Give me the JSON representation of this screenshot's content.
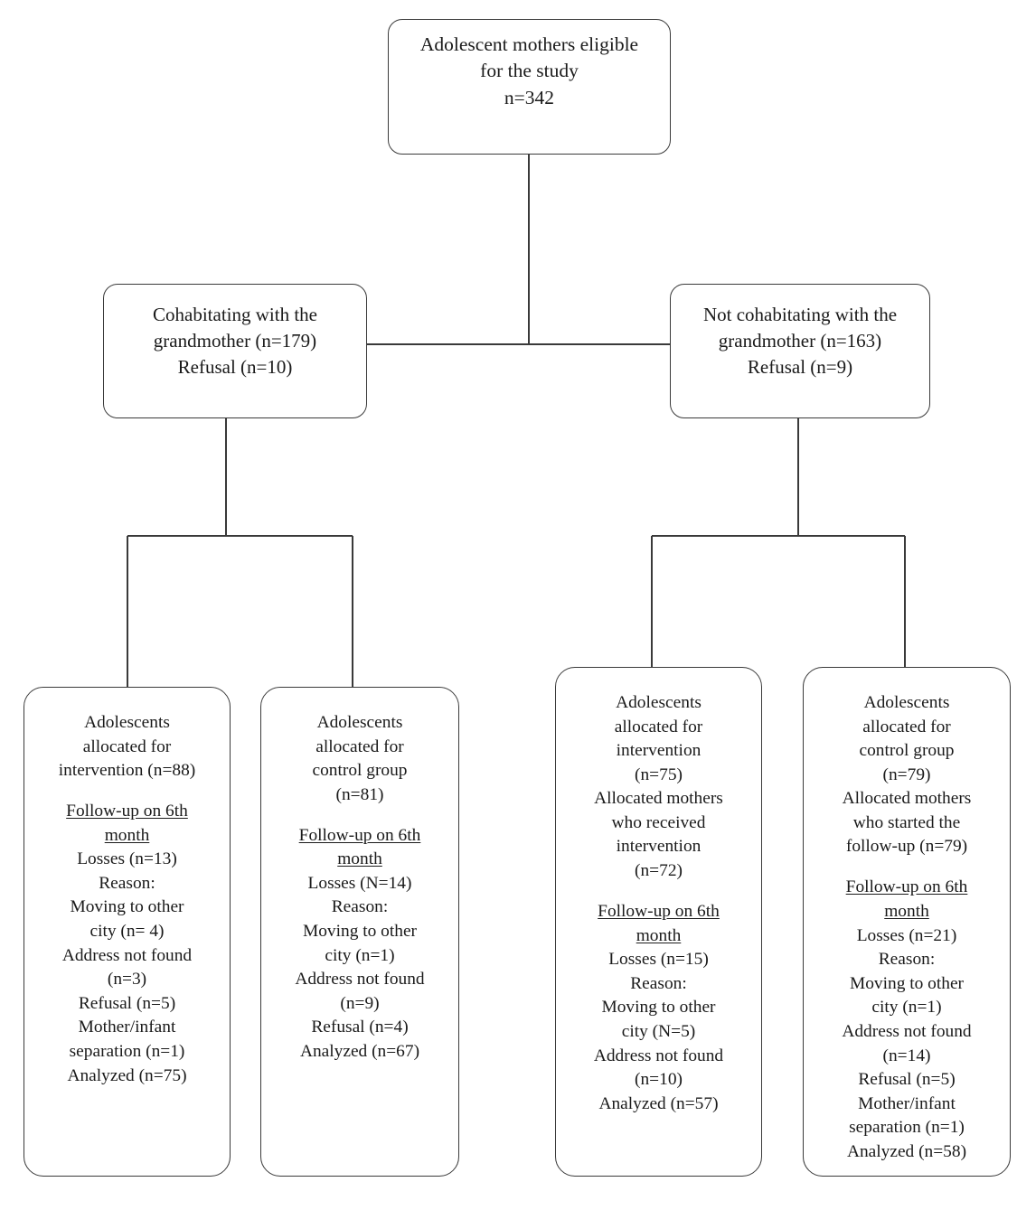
{
  "diagram": {
    "title": "Adolescent mothers study flow diagram",
    "stroke_color": "#3a3a3a",
    "text_color": "#1a1a1a",
    "background_color": "#ffffff"
  },
  "nodes": {
    "eligible": {
      "lines": [
        "Adolescent mothers eligible",
        "for the study",
        "n=342"
      ]
    },
    "cohabiting": {
      "lines": [
        "Cohabitating with the",
        "grandmother (n=179)",
        "Refusal (n=10)"
      ]
    },
    "not_cohabiting": {
      "lines": [
        "Not cohabitating with the",
        "grandmother (n=163)",
        "Refusal (n=9)"
      ]
    },
    "left_intervention": {
      "lines": [
        "Adolescents",
        "allocated for",
        "intervention (n=88)"
      ],
      "followup_heading": [
        "Follow-up on 6th",
        "month"
      ],
      "detail_lines": [
        "Losses (n=13)",
        "Reason:",
        "Moving to other",
        "city (n= 4)",
        "Address not found",
        "(n=3)",
        "Refusal (n=5)",
        "Mother/infant",
        "separation (n=1)",
        "Analyzed (n=75)"
      ]
    },
    "left_control": {
      "lines": [
        "Adolescents",
        "allocated for",
        "control group",
        "(n=81)"
      ],
      "followup_heading": [
        "Follow-up on 6th",
        "month"
      ],
      "detail_lines": [
        "Losses (N=14)",
        "Reason:",
        "Moving to other",
        "city (n=1)",
        "Address not found",
        "(n=9)",
        "Refusal (n=4)",
        "Analyzed (n=67)"
      ]
    },
    "right_intervention": {
      "lines": [
        "Adolescents",
        "allocated for",
        "intervention",
        "(n=75)",
        "Allocated mothers",
        "who received",
        "intervention",
        "(n=72)"
      ],
      "followup_heading": [
        "Follow-up on 6th",
        "month"
      ],
      "detail_lines": [
        "Losses (n=15)",
        "Reason:",
        "Moving to other",
        "city (N=5)",
        "Address not found",
        "(n=10)",
        "Analyzed (n=57)"
      ]
    },
    "right_control": {
      "lines": [
        "Adolescents",
        "allocated for",
        "control group",
        "(n=79)",
        "Allocated mothers",
        "who started the",
        "follow-up (n=79)"
      ],
      "followup_heading": [
        "Follow-up on 6th",
        "month"
      ],
      "detail_lines": [
        "Losses (n=21)",
        "Reason:",
        "Moving to other",
        "city (n=1)",
        "Address not found",
        "(n=14)",
        "Refusal (n=5)",
        "Mother/infant",
        "separation (n=1)",
        "Analyzed (n=58)"
      ]
    }
  }
}
